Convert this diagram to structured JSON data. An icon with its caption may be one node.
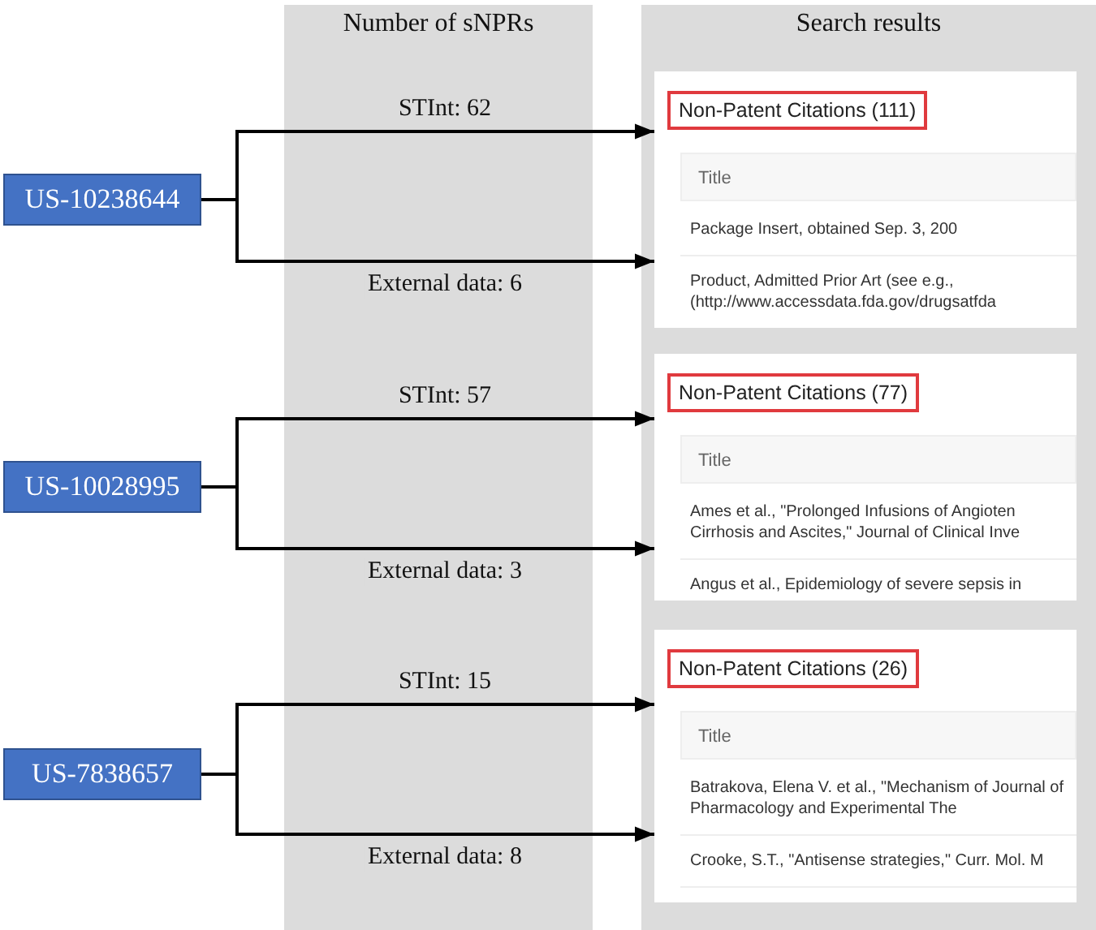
{
  "diagram": {
    "nodes": [
      {
        "text": [
          "US-10238644"
        ]
      },
      {
        "text": [
          "Non-Patent Citations (111)",
          "Title",
          "Package Insert, obtained Sep. 3, 200",
          "Product, Admitted Prior Art (see e.g., (http://www.accessdata.fda.gov/drugsatfda"
        ]
      },
      {
        "text": [
          "US-10028995"
        ]
      },
      {
        "text": [
          "Non-Patent Citations (77)",
          "Title",
          "Ames et al., \"Prolonged Infusions of Angioten Cirrhosis and Ascites,\" Journal of Clinical Inve",
          "Angus et al., Epidemiology of severe sepsis in"
        ]
      },
      {
        "text": [
          "US-7838657"
        ]
      },
      {
        "text": [
          "Non-Patent Citations (26)",
          "Title",
          "Batrakova, Elena V. et al., \"Mechanism of Journal of Pharmacology and Experimental The",
          "Crooke, S.T., \"Antisense strategies,\" Curr. Mol. M"
        ]
      }
    ],
    "edges": [
      {
        "from": 0,
        "to": 1,
        "arrow": "to",
        "label": "STInt: 62"
      },
      {
        "from": 0,
        "to": 1,
        "arrow": "to",
        "label": "External data: 6"
      },
      {
        "from": 2,
        "to": 3,
        "arrow": "to",
        "label": "STInt: 57"
      },
      {
        "from": 2,
        "to": 3,
        "arrow": "to",
        "label": "External data: 3"
      },
      {
        "from": 4,
        "to": 5,
        "arrow": "to",
        "label": "STInt: 15"
      },
      {
        "from": 4,
        "to": 5,
        "arrow": "to",
        "label": "External data: 8"
      }
    ],
    "labels": [
      "Number of sNPRs",
      "Search results"
    ]
  }
}
